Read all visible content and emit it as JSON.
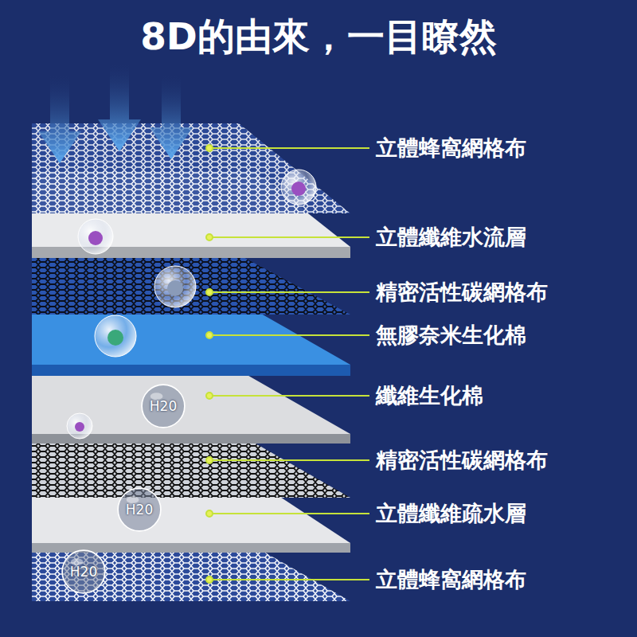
{
  "diagram": {
    "title": "8D的由來，一目瞭然",
    "nodes": [
      {
        "text": [
          "H20"
        ]
      },
      {
        "text": [
          "H20"
        ]
      },
      {
        "text": [
          "H20"
        ]
      }
    ],
    "labels": [
      "立體蜂窩網格布",
      "立體纖維水流層",
      "精密活性碳網格布",
      "無膠奈米生化棉",
      "纖維生化棉",
      "精密活性碳網格布",
      "立體纖維疏水層",
      "立體蜂窩網格布"
    ]
  }
}
